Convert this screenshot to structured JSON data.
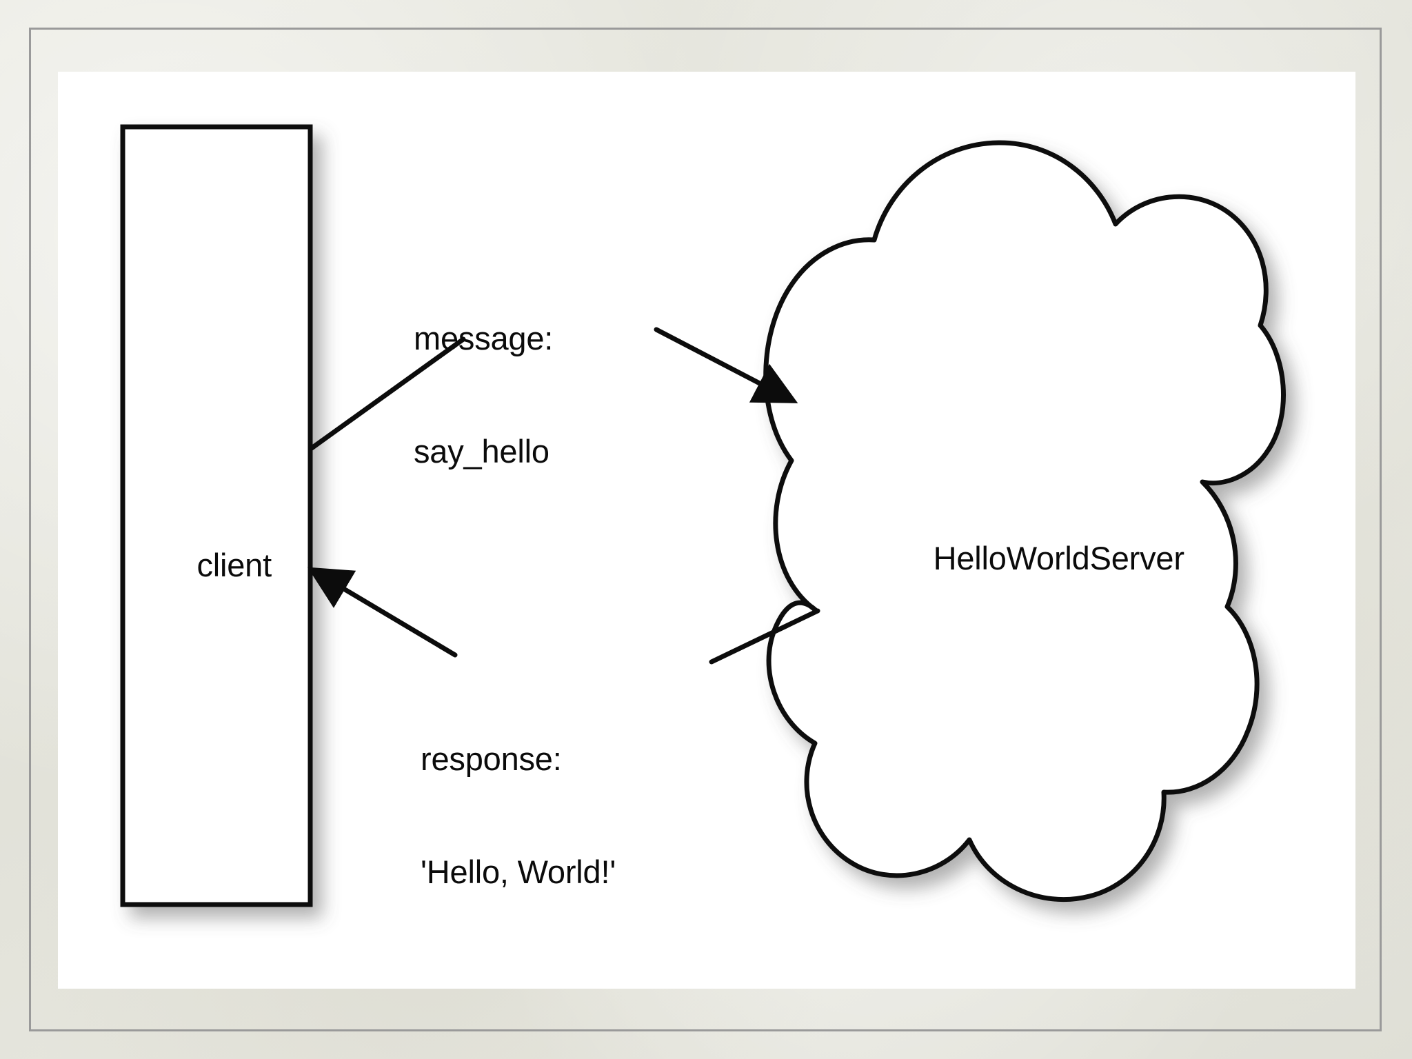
{
  "slide": {
    "background_color": "#e4e4dc",
    "frame_color": "#9a9a9a",
    "panel_color": "#ffffff",
    "stroke_color": "#111111"
  },
  "diagram": {
    "type": "communication-diagram",
    "nodes": [
      {
        "id": "client",
        "label": "client",
        "shape": "rectangle"
      },
      {
        "id": "server",
        "label": "HelloWorldServer",
        "shape": "cloud"
      }
    ],
    "edges": [
      {
        "id": "request",
        "from": "client",
        "to": "server",
        "direction": "right",
        "label_line1": "message:",
        "label_line2": "say_hello"
      },
      {
        "id": "reply",
        "from": "server",
        "to": "client",
        "direction": "left",
        "label_line1": "response:",
        "label_line2": "'Hello, World!'"
      }
    ]
  },
  "labels": {
    "client": "client",
    "server": "HelloWorldServer",
    "message_line1": "message:",
    "message_line2": "say_hello",
    "response_line1": "response:",
    "response_line2": "'Hello, World!'"
  }
}
